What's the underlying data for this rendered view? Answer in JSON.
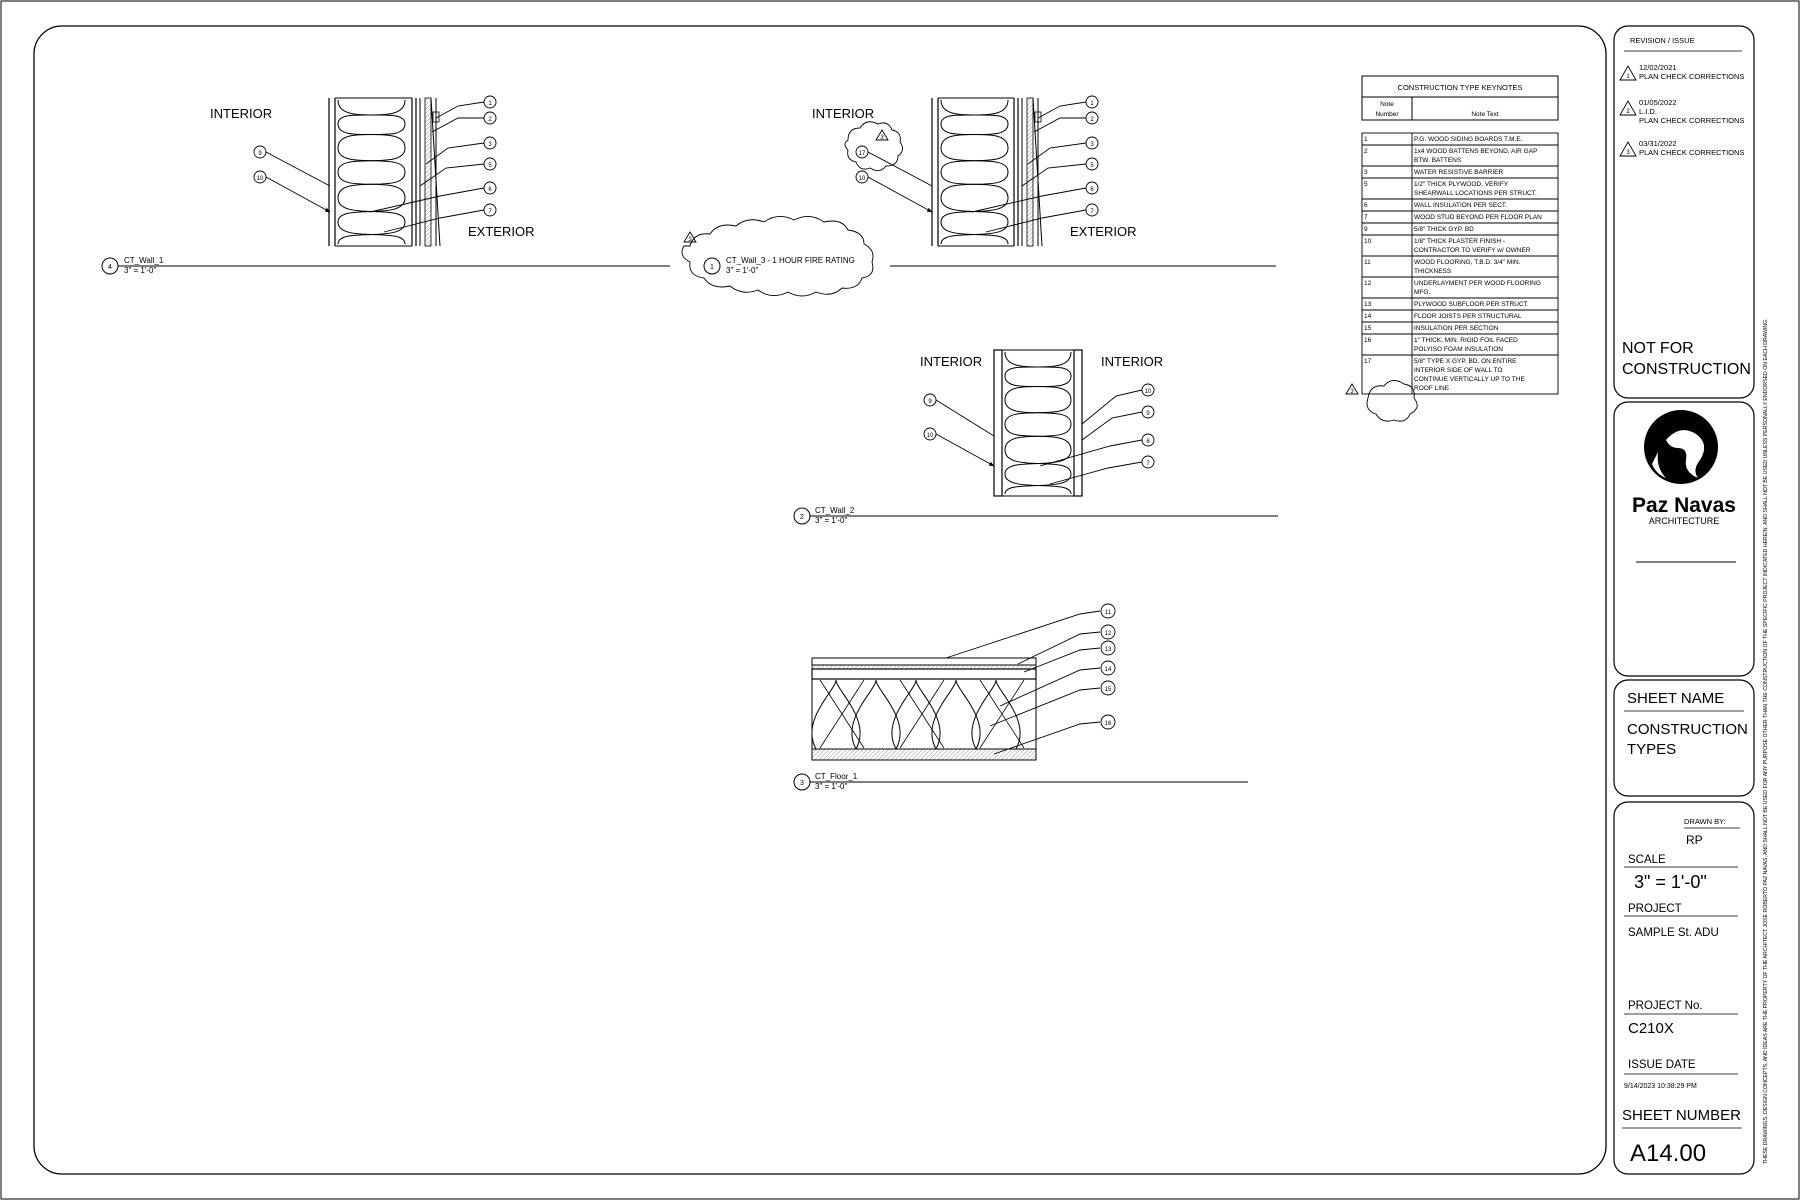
{
  "colors": {
    "ink": "#000000",
    "paper": "#ffffff",
    "hatch": "#9a9a9a"
  },
  "details": {
    "wall1": {
      "number": "4",
      "name": "CT_Wall_1",
      "scale": "3\" = 1'-0\"",
      "interior_label": "INTERIOR",
      "exterior_label": "EXTERIOR",
      "left_tags": [
        "9",
        "10"
      ],
      "right_tags": [
        "1",
        "2",
        "3",
        "5",
        "6",
        "7"
      ]
    },
    "wall3": {
      "number": "1",
      "name": "CT_Wall_3 - 1 HOUR FIRE RATING",
      "scale": "3\" = 1'-0\"",
      "revision_tag": "3",
      "interior_label": "INTERIOR",
      "exterior_label": "EXTERIOR",
      "left_tags": [
        "17",
        "10"
      ],
      "right_tags": [
        "1",
        "2",
        "3",
        "5",
        "6",
        "7"
      ]
    },
    "wall2": {
      "number": "2",
      "name": "CT_Wall_2",
      "scale": "3\" = 1'-0\"",
      "interior_left_label": "INTERIOR",
      "interior_right_label": "INTERIOR",
      "left_tags": [
        "9",
        "10"
      ],
      "right_tags": [
        "10",
        "9",
        "6",
        "7"
      ]
    },
    "floor1": {
      "number": "3",
      "name": "CT_Floor_1",
      "scale": "3\" = 1'-0\"",
      "tags": [
        "11",
        "12",
        "13",
        "14",
        "15",
        "16"
      ]
    }
  },
  "keynotes": {
    "title": "CONSTRUCTION TYPE KEYNOTES",
    "col_number": "Note Number",
    "col_text": "Note Text",
    "revision_tag": "3",
    "rows": [
      {
        "num": "1",
        "text": "P.G. WOOD SIDING BOARDS T.M.E."
      },
      {
        "num": "2",
        "text": "1x4 WOOD BATTENS BEYOND, AIR GAP BTW. BATTENS"
      },
      {
        "num": "3",
        "text": "WATER RESISTIVE BARRIER"
      },
      {
        "num": "5",
        "text": "1/2\" THICK PLYWOOD, VERIFY SHEARWALL LOCATIONS PER STRUCT."
      },
      {
        "num": "6",
        "text": "WALL INSULATION PER SECT."
      },
      {
        "num": "7",
        "text": "WOOD STUD BEYOND PER FLOOR PLAN"
      },
      {
        "num": "9",
        "text": "5/8\" THICK GYP. BD"
      },
      {
        "num": "10",
        "text": "1/8\" THICK PLASTER FINISH - CONTRACTOR TO VERIFY w/ OWNER"
      },
      {
        "num": "11",
        "text": "WOOD FLOORING, T.B.D. 3/4\" MIN. THICKNESS"
      },
      {
        "num": "12",
        "text": "UNDERLAYMENT PER WOOD FLOORING MFG."
      },
      {
        "num": "13",
        "text": "PLYWOOD SUBFLOOR PER STRUCT."
      },
      {
        "num": "14",
        "text": "FLOOR JOISTS PER STRUCTURAL"
      },
      {
        "num": "15",
        "text": "INSULATION PER SECTION"
      },
      {
        "num": "16",
        "text": "1\" THICK, MIN. RIGID FOIL FACED POLYISO FOAM INSULATION"
      },
      {
        "num": "17",
        "text": "5/8\" TYPE X GYP. BD. ON ENTIRE INTERIOR SIDE OF WALL TO CONTINUE VERTICALLY UP TO THE ROOF LINE"
      }
    ]
  },
  "titleblock": {
    "revision_header": "REVISION / ISSUE",
    "revisions": [
      {
        "tag": "1",
        "date": "12/02/2021",
        "lines": [
          "PLAN CHECK CORRECTIONS"
        ]
      },
      {
        "tag": "2",
        "date": "01/05/2022",
        "lines": [
          "L.I.D.",
          "PLAN CHECK CORRECTIONS"
        ]
      },
      {
        "tag": "3",
        "date": "03/31/2022",
        "lines": [
          "PLAN CHECK CORRECTIONS"
        ]
      }
    ],
    "not_for_construction": [
      "NOT FOR",
      "CONSTRUCTION"
    ],
    "logo_name": "Paz Navas",
    "logo_sub": "ARCHITECTURE",
    "sheet_name_label": "SHEET NAME",
    "sheet_name": [
      "CONSTRUCTION",
      "TYPES"
    ],
    "drawn_by_label": "DRAWN BY:",
    "drawn_by": "RP",
    "scale_label": "SCALE",
    "scale": "3\" = 1'-0\"",
    "project_label": "PROJECT",
    "project": "SAMPLE St. ADU",
    "project_no_label": "PROJECT No.",
    "project_no": "C210X",
    "issue_date_label": "ISSUE DATE",
    "issue_date": "9/14/2023 10:38:29 PM",
    "sheet_number_label": "SHEET NUMBER",
    "sheet_number": "A14.00",
    "disclaimer": "THESE DRAWINGS, DESIGN CONCEPTS, AND IDEAS ARE THE PROPERTY OF THE ARCHITECT JOSE ROBERTO PAZ NAVAS, AND SHALL NOT BE USED FOR ANY PURPOSE OTHER THAN THE CONSTRUCTION OF THE SPECIFIC PROJECT INDICATED HEREIN, AND SHALL NOT BE USED UNLESS PERSONALLY ENDORSED ON EACH DRAWING."
  }
}
